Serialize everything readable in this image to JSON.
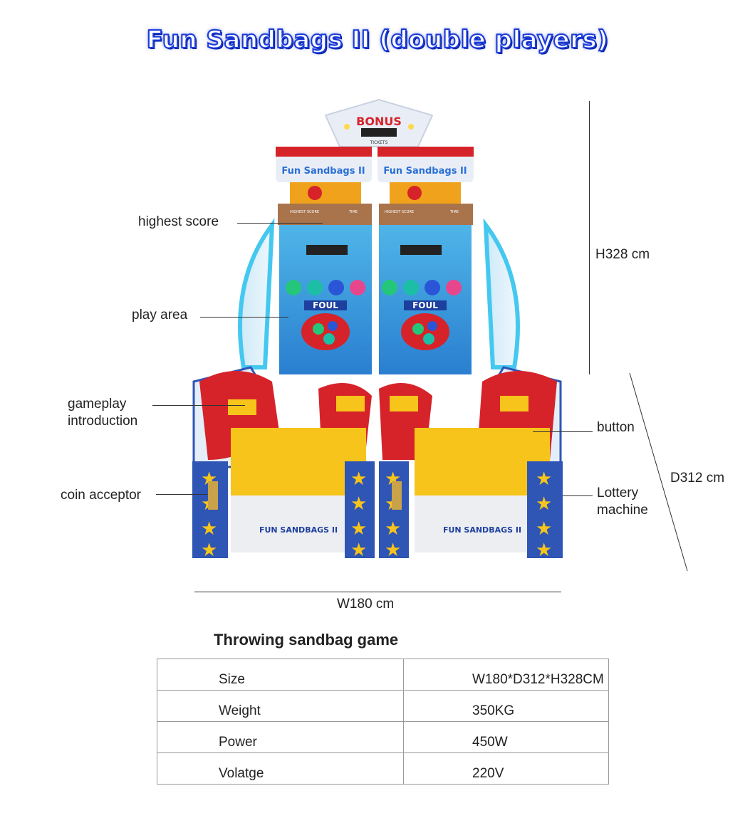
{
  "title": "Fun Sandbags II (double players)",
  "callouts": {
    "highest_score": "highest score",
    "play_area": "play area",
    "gameplay_line1": "gameplay",
    "gameplay_line2": "introduction",
    "coin_acceptor": "coin acceptor",
    "button": "button",
    "lottery_line1": "Lottery",
    "lottery_line2": "machine"
  },
  "dimensions": {
    "height": "H328 cm",
    "depth": "D312 cm",
    "width": "W180 cm"
  },
  "machine_art": {
    "bonus": "BONUS",
    "tickets": "TICKETS",
    "foul": "FOUL",
    "logo": "Fun Sandbags II",
    "bin_logo": "FUN SANDBAGS II",
    "highest_score_panel": "HIGHEST SCORE",
    "time_panel": "TIME"
  },
  "specs": {
    "heading": "Throwing sandbag game",
    "rows": [
      {
        "key": "Size",
        "value": "W180*D312*H328CM"
      },
      {
        "key": "Weight",
        "value": "350KG"
      },
      {
        "key": "Power",
        "value": "450W"
      },
      {
        "key": "Volatge",
        "value": "220V"
      }
    ]
  },
  "colors": {
    "title_blue": "#1a3ad8",
    "cabinet_red": "#d6232a",
    "cabinet_blue": "#2f55b5",
    "tray_yellow": "#f6c41a",
    "lane_cyan": "#6fd6f2"
  }
}
